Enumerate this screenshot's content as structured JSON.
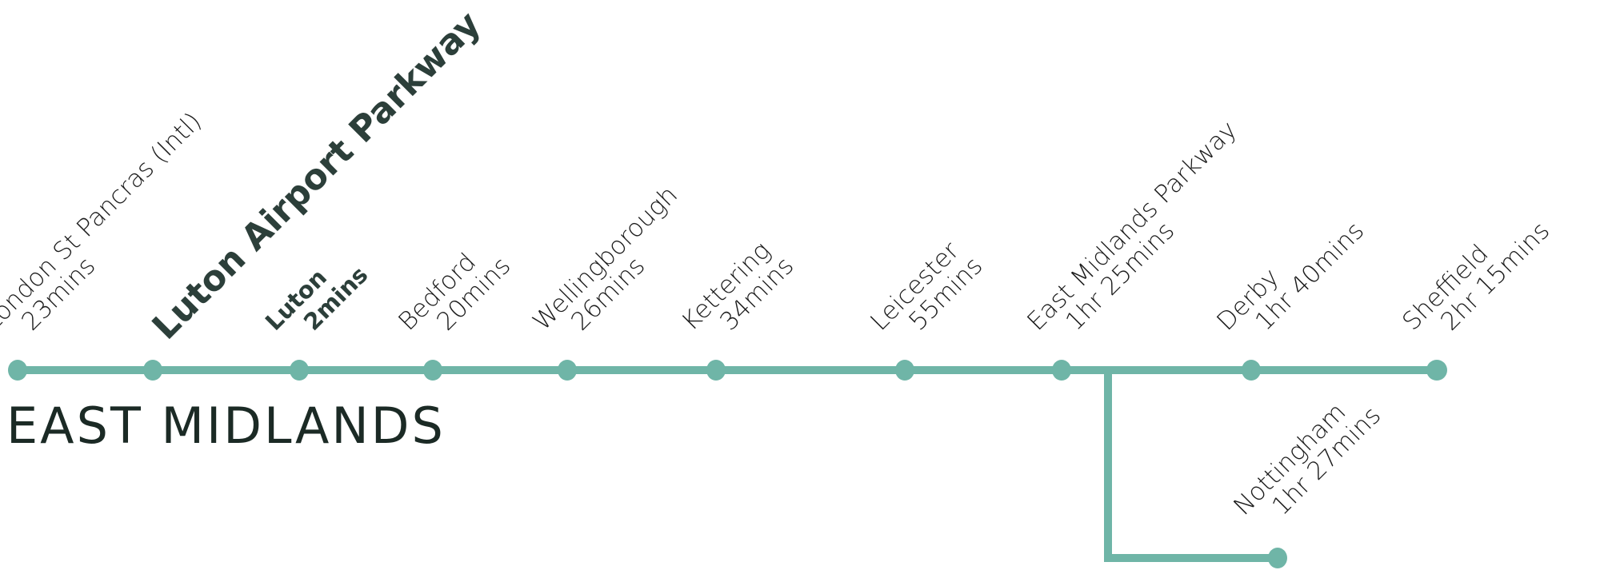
{
  "title": "EAST MIDLANDS",
  "colors": {
    "line": "#6fb5a7",
    "text": "#1c1c1c",
    "emphasis_text": "#2c3f3a",
    "title": "#1b2a25"
  },
  "stations": [
    {
      "id": "london-st-pancras",
      "name": "London St Pancras (Intl)",
      "time": "23mins",
      "style": "normal"
    },
    {
      "id": "luton-airport-parkway",
      "name": "Luton Airport Parkway",
      "time": "",
      "style": "highlight"
    },
    {
      "id": "luton",
      "name": "Luton",
      "time": "2mins",
      "style": "bold"
    },
    {
      "id": "bedford",
      "name": "Bedford",
      "time": "20mins",
      "style": "normal"
    },
    {
      "id": "wellingborough",
      "name": "Wellingborough",
      "time": "26mins",
      "style": "normal"
    },
    {
      "id": "kettering",
      "name": "Kettering",
      "time": "34mins",
      "style": "normal"
    },
    {
      "id": "leicester",
      "name": "Leicester",
      "time": "55mins",
      "style": "normal"
    },
    {
      "id": "east-midlands-parkway",
      "name": "East Midlands Parkway",
      "time": "1hr 25mins",
      "style": "normal"
    },
    {
      "id": "derby",
      "name": "Derby",
      "time": "1hr 40mins",
      "style": "normal"
    },
    {
      "id": "sheffield",
      "name": "Sheffield",
      "time": "2hr 15mins",
      "style": "normal"
    }
  ],
  "branch": {
    "id": "nottingham",
    "name": "Nottingham",
    "time": "1hr 27mins",
    "style": "normal"
  }
}
